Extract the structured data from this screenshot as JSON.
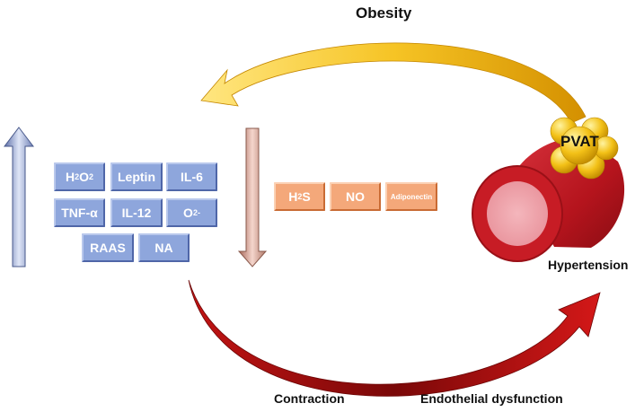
{
  "labels": {
    "obesity": "Obesity",
    "pvat": "PVAT",
    "hypertension": "Hypertension",
    "contraction": "Contraction",
    "endothelial": "Endothelial dysfunction"
  },
  "increased_factors": [
    {
      "base": "H",
      "sub1": "2",
      "mid": "O",
      "sub2": "2"
    },
    {
      "text": "Leptin"
    },
    {
      "text": "IL-6"
    },
    {
      "text": "TNF-α"
    },
    {
      "text": "IL-12"
    },
    {
      "base": "O",
      "sup": "2-"
    },
    {
      "text": "RAAS"
    },
    {
      "text": "NA"
    }
  ],
  "decreased_factors": [
    {
      "base": "H",
      "sub": "2",
      "tail": "S"
    },
    {
      "text": "NO"
    },
    {
      "text": "Adiponectin"
    }
  ],
  "colors": {
    "blue_box": "#8ea6dc",
    "orange_box": "#f4a87a",
    "up_arrow": "increase-arrow",
    "down_arrow": "decrease-arrow",
    "top_arrow": "#f0b616",
    "bottom_arrow": "#a80d0d",
    "vessel": "#c8202a"
  }
}
